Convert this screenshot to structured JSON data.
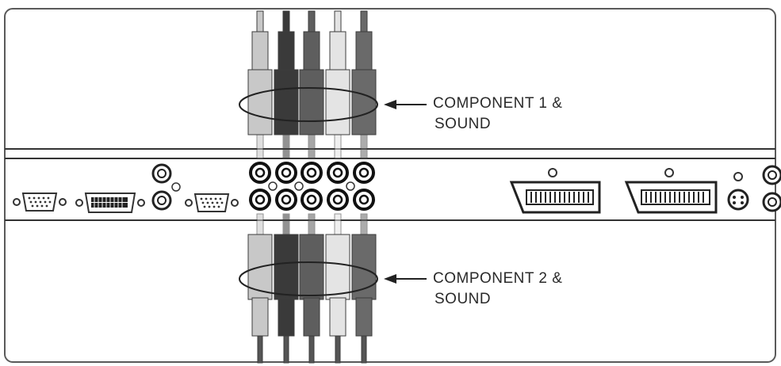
{
  "callouts": {
    "top": {
      "line1": "COMPONENT 1 &",
      "line2": "SOUND"
    },
    "bottom": {
      "line1": "COMPONENT 2 &",
      "line2": "SOUND"
    }
  },
  "colors": {
    "plug_light": "#c8c8c8",
    "plug_black": "#3a3a3a",
    "plug_dark": "#5e5e5e",
    "plug_white": "#e4e4e4",
    "plug_mid": "#6a6a6a",
    "outline": "#3c3c3c"
  },
  "icons": {
    "ports": [
      "vga-port-icon",
      "dvi-port-icon",
      "rca-jack-icon",
      "scart-port-icon",
      "s-video-port-icon"
    ]
  }
}
